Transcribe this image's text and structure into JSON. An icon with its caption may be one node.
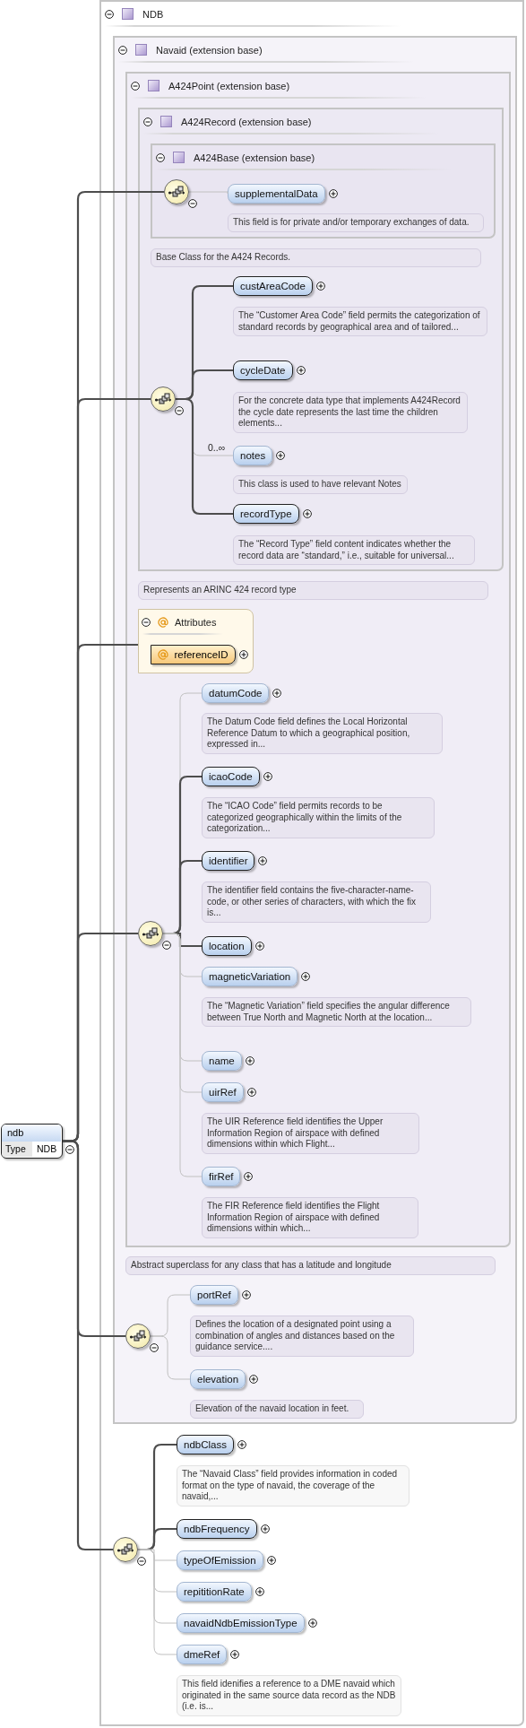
{
  "diagram": {
    "nodes": [
      {
        "text": [
          "ndb",
          "Type",
          "NDB"
        ]
      },
      {
        "text": [
          "NDB"
        ]
      },
      {
        "text": [
          "Navaid (extension base)"
        ],
        "in": 1
      },
      {
        "text": [
          "A424Point (extension base)"
        ],
        "in": 2,
        "beside": [
          "Abstract superclass for any class that has a latitude and longitude"
        ]
      },
      {
        "text": [
          "A424Record (extension base)"
        ],
        "in": 3,
        "beside": [
          "Represents an ARINC 424 record type"
        ]
      },
      {
        "text": [
          "A424Base (extension base)"
        ],
        "in": 4,
        "beside": [
          "Base Class for the A424 Records."
        ]
      },
      {
        "text": [],
        "shape": "circle",
        "in": 5
      },
      {
        "text": [
          "supplementalData"
        ],
        "in": 5,
        "beside": [
          "This field is for private and/or temporary exchanges of data."
        ]
      },
      {
        "text": [],
        "shape": "circle",
        "in": 4
      },
      {
        "text": [
          "custAreaCode"
        ],
        "in": 4,
        "beside": [
          "The “Customer Area Code” field permits the categorization of standard records by geographical area and of tailored..."
        ]
      },
      {
        "text": [
          "cycleDate"
        ],
        "in": 4,
        "beside": [
          "For the concrete data type that implements A424Record the cycle date represents the last time the children elements..."
        ]
      },
      {
        "text": [
          "notes"
        ],
        "in": 4,
        "beside": [
          "This class is used to have relevant Notes"
        ]
      },
      {
        "text": [
          "recordType"
        ],
        "in": 4,
        "beside": [
          "The “Record Type” field content indicates whether the record data are “standard,” i.e., suitable for universal..."
        ]
      },
      {
        "text": [
          "Attributes"
        ],
        "in": 3
      },
      {
        "text": [
          "referenceID"
        ],
        "in": 13
      },
      {
        "text": [],
        "shape": "circle",
        "in": 3
      },
      {
        "text": [
          "datumCode"
        ],
        "in": 3,
        "beside": [
          "The Datum Code field defines the Local Horizontal Reference Datum to which a geographical position, expressed in..."
        ]
      },
      {
        "text": [
          "icaoCode"
        ],
        "in": 3,
        "beside": [
          "The “ICAO Code” field permits records to be categorized geographically within the limits of the categorization..."
        ]
      },
      {
        "text": [
          "identifier"
        ],
        "in": 3,
        "beside": [
          "The identifier field contains the five-character-name-code, or other series of characters, with which the fix is..."
        ]
      },
      {
        "text": [
          "location"
        ],
        "in": 3
      },
      {
        "text": [
          "magneticVariation"
        ],
        "in": 3,
        "beside": [
          "The “Magnetic Variation” field specifies the angular difference between True North and Magnetic North at the location..."
        ]
      },
      {
        "text": [
          "name"
        ],
        "in": 3
      },
      {
        "text": [
          "uirRef"
        ],
        "in": 3,
        "beside": [
          "The UIR Reference field identifies the Upper Information Region of airspace with defined dimensions within which Flight..."
        ]
      },
      {
        "text": [
          "firRef"
        ],
        "in": 3,
        "beside": [
          "The FIR Reference field identifies the Flight Information Region of airspace with defined dimensions within which..."
        ]
      },
      {
        "text": [],
        "shape": "circle",
        "in": 2
      },
      {
        "text": [
          "portRef"
        ],
        "in": 2,
        "beside": [
          "Defines the location of a designated point using a combination of angles and distances based on the guidance service...."
        ]
      },
      {
        "text": [
          "elevation"
        ],
        "in": 2,
        "beside": [
          "Elevation of the navaid location in feet."
        ]
      },
      {
        "text": [],
        "shape": "circle",
        "in": 1
      },
      {
        "text": [
          "ndbClass"
        ],
        "in": 1,
        "beside": [
          "The “Navaid Class” field provides information in coded format on the type of navaid, the coverage of the navaid,..."
        ]
      },
      {
        "text": [
          "ndbFrequency"
        ],
        "in": 1
      },
      {
        "text": [
          "typeOfEmission"
        ],
        "in": 1
      },
      {
        "text": [
          "repititionRate"
        ],
        "in": 1
      },
      {
        "text": [
          "navaidNdbEmissionType"
        ],
        "in": 1
      },
      {
        "text": [
          "dmeRef"
        ],
        "in": 1,
        "beside": [
          "This field idenifies a reference to a DME navaid which originated in the same source data record as the NDB (i.e. is..."
        ]
      }
    ],
    "edges": [
      {
        "from": 0,
        "to": 6,
        "arrow": "none"
      },
      {
        "from": 0,
        "to": 8,
        "arrow": "none"
      },
      {
        "from": 0,
        "to": 13,
        "arrow": "none"
      },
      {
        "from": 0,
        "to": 15,
        "arrow": "none"
      },
      {
        "from": 0,
        "to": 24,
        "arrow": "none"
      },
      {
        "from": 0,
        "to": 27,
        "arrow": "none"
      },
      {
        "from": 6,
        "to": 7,
        "arrow": "none",
        "color": "#c0c0c0"
      },
      {
        "from": 8,
        "to": 9,
        "arrow": "none"
      },
      {
        "from": 8,
        "to": 10,
        "arrow": "none"
      },
      {
        "from": 8,
        "to": 11,
        "arrow": "none",
        "label": "0..∞",
        "color": "#c0c0c0"
      },
      {
        "from": 8,
        "to": 12,
        "arrow": "none"
      },
      {
        "from": 15,
        "to": 16,
        "arrow": "none",
        "color": "#c0c0c0"
      },
      {
        "from": 15,
        "to": 17,
        "arrow": "none"
      },
      {
        "from": 15,
        "to": 18,
        "arrow": "none"
      },
      {
        "from": 15,
        "to": 19,
        "arrow": "none"
      },
      {
        "from": 15,
        "to": 20,
        "arrow": "none",
        "color": "#c0c0c0"
      },
      {
        "from": 15,
        "to": 21,
        "arrow": "none",
        "color": "#c0c0c0"
      },
      {
        "from": 15,
        "to": 22,
        "arrow": "none",
        "color": "#c0c0c0"
      },
      {
        "from": 15,
        "to": 23,
        "arrow": "none",
        "color": "#c0c0c0"
      },
      {
        "from": 24,
        "to": 25,
        "arrow": "none",
        "color": "#c0c0c0"
      },
      {
        "from": 24,
        "to": 26,
        "arrow": "none",
        "color": "#c0c0c0"
      },
      {
        "from": 27,
        "to": 28,
        "arrow": "none"
      },
      {
        "from": 27,
        "to": 29,
        "arrow": "none"
      },
      {
        "from": 27,
        "to": 30,
        "arrow": "none",
        "color": "#c0c0c0"
      },
      {
        "from": 27,
        "to": 31,
        "arrow": "none",
        "color": "#c0c0c0"
      },
      {
        "from": 27,
        "to": 32,
        "arrow": "none",
        "color": "#c0c0c0"
      },
      {
        "from": 27,
        "to": 33,
        "arrow": "none",
        "color": "#c0c0c0"
      }
    ]
  }
}
